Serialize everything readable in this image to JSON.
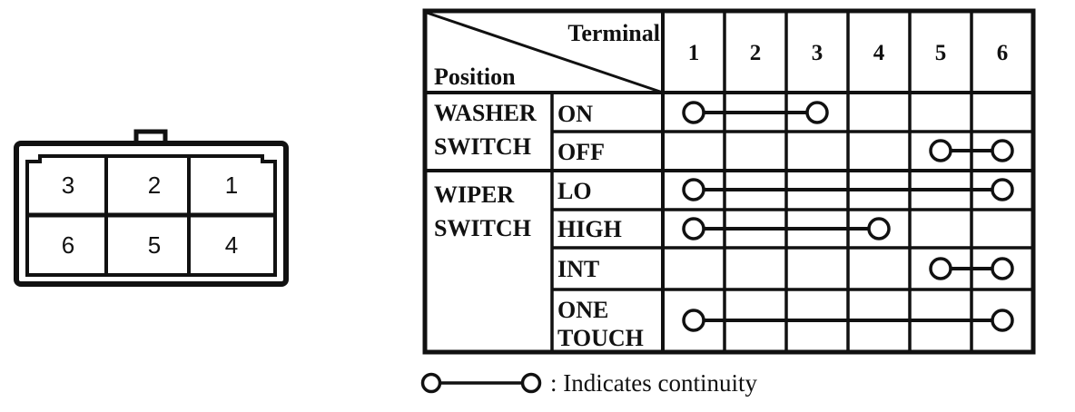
{
  "figure": {
    "description": "Wiper and washer switch terminal continuity table with 6-pin connector pinout"
  },
  "connector": {
    "pins_top_row": [
      "3",
      "2",
      "1"
    ],
    "pins_bottom_row": [
      "6",
      "5",
      "4"
    ]
  },
  "table": {
    "header": {
      "terminal_label": "Terminal",
      "position_label": "Position",
      "terminal_numbers": [
        "1",
        "2",
        "3",
        "4",
        "5",
        "6"
      ]
    },
    "groups": [
      {
        "label_lines": [
          "WASHER",
          "SWITCH"
        ],
        "rows": [
          {
            "position": "ON",
            "continuity": [
              1,
              3
            ]
          },
          {
            "position": "OFF",
            "continuity": [
              5,
              6
            ]
          }
        ]
      },
      {
        "label_lines": [
          "WIPER",
          "SWITCH"
        ],
        "rows": [
          {
            "position": "LO",
            "continuity": [
              1,
              6
            ]
          },
          {
            "position": "HIGH",
            "continuity": [
              1,
              4
            ]
          },
          {
            "position": "INT",
            "continuity": [
              5,
              6
            ]
          },
          {
            "position": "ONE TOUCH",
            "lines": [
              "ONE",
              "TOUCH"
            ],
            "continuity": [
              1,
              6
            ]
          }
        ]
      }
    ]
  },
  "legend": {
    "text": ": Indicates continuity"
  },
  "colors": {
    "ink": "#111111",
    "paper": "#ffffff"
  }
}
